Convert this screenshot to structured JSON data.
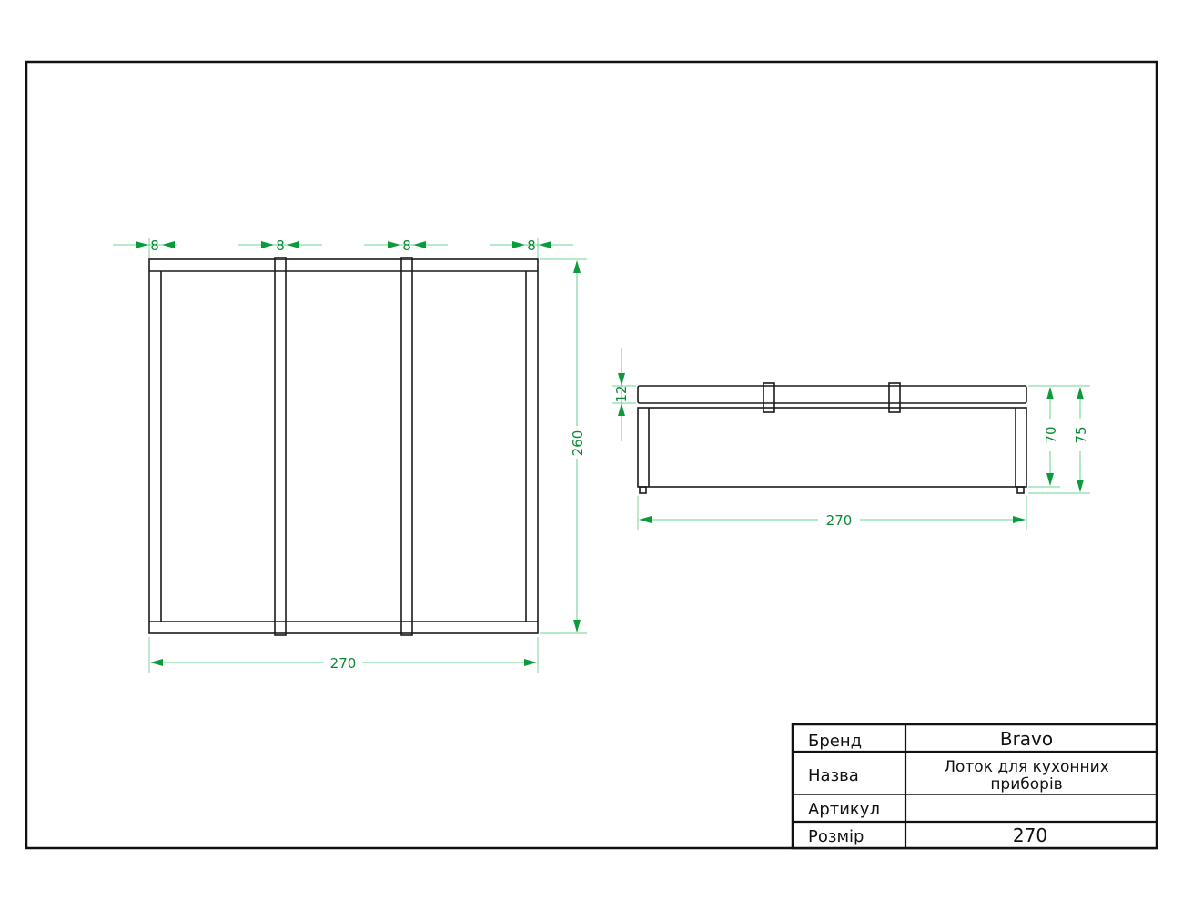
{
  "dimensions": {
    "top_gap_1": "8",
    "top_gap_2": "8",
    "top_gap_3": "8",
    "top_gap_4": "8",
    "top_depth": "260",
    "top_width": "270",
    "side_rim": "12",
    "side_inner_height": "70",
    "side_total_height": "75",
    "side_width": "270"
  },
  "title_block": {
    "brand_label": "Бренд",
    "brand_value": "Bravo",
    "name_label": "Назва",
    "name_value_line1": "Лоток для кухонних",
    "name_value_line2": "приборів",
    "article_label": "Артикул",
    "article_value": "",
    "size_label": "Розмір",
    "size_value": "270"
  },
  "colors": {
    "dimension": "#0a9b3c",
    "outline": "#1a1a1a"
  }
}
